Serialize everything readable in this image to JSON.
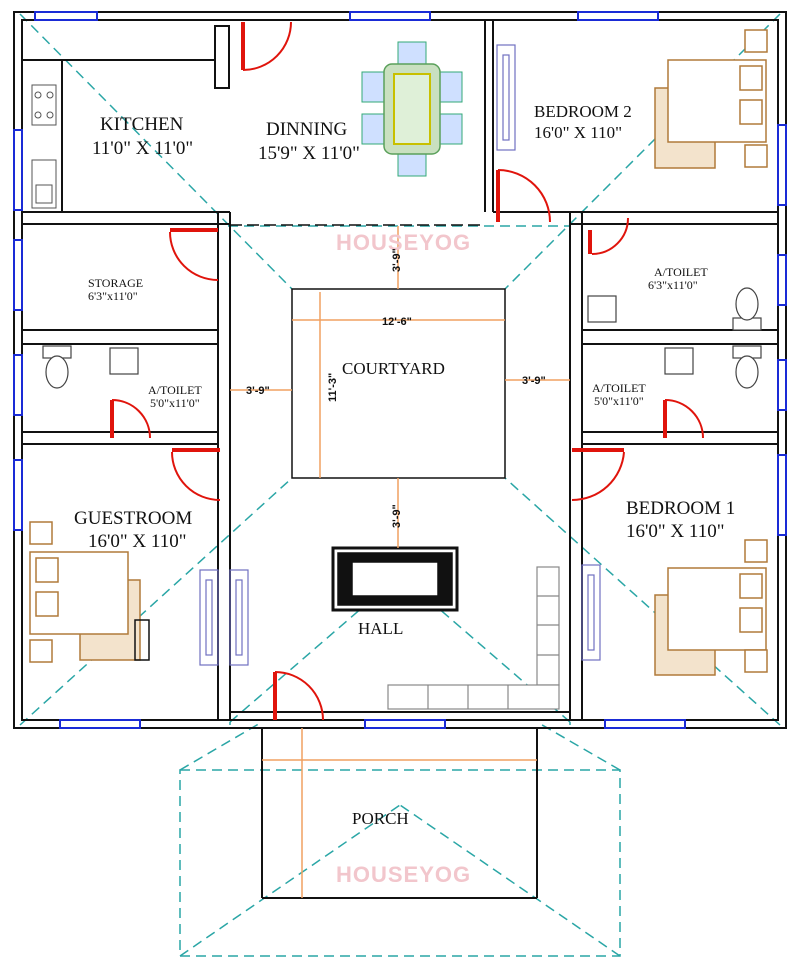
{
  "watermark": "HOUSEYOG",
  "rooms": {
    "kitchen": {
      "name": "KITCHEN",
      "size": "11'0\" X 11'0\""
    },
    "dining": {
      "name": "DINNING",
      "size": "15'9\" X 11'0\""
    },
    "bedroom2": {
      "name": "BEDROOM 2",
      "size": "16'0\" X 110\""
    },
    "storage": {
      "name": "STORAGE",
      "size": "6'3\"x11'0\""
    },
    "toilet_tr": {
      "name": "A/TOILET",
      "size": "6'3\"x11'0\""
    },
    "toilet_l": {
      "name": "A/TOILET",
      "size": "5'0\"x11'0\""
    },
    "toilet_r": {
      "name": "A/TOILET",
      "size": "5'0\"x11'0\""
    },
    "courtyard": {
      "name": "COURTYARD"
    },
    "guestroom": {
      "name": "GUESTROOM",
      "size": "16'0\" X 110\""
    },
    "bedroom1": {
      "name": "BEDROOM 1",
      "size": "16'0\" X 110\""
    },
    "hall": {
      "name": "HALL"
    },
    "porch": {
      "name": "PORCH"
    }
  },
  "dimensions": {
    "top_gap": "3'-9\"",
    "court_width": "12'-6\"",
    "court_depth": "11'-3\"",
    "left_gap": "3'-9\"",
    "right_gap": "3'-9\"",
    "bottom_gap": "3'-9\""
  },
  "colors": {
    "wall": "#111111",
    "door": "#e0140c",
    "window": "#1a2bd6",
    "roof_line": "#2aa6a6",
    "dimension": "#f0a060",
    "furniture_wood": "#b07a3a",
    "fixture": "#7070c0"
  }
}
